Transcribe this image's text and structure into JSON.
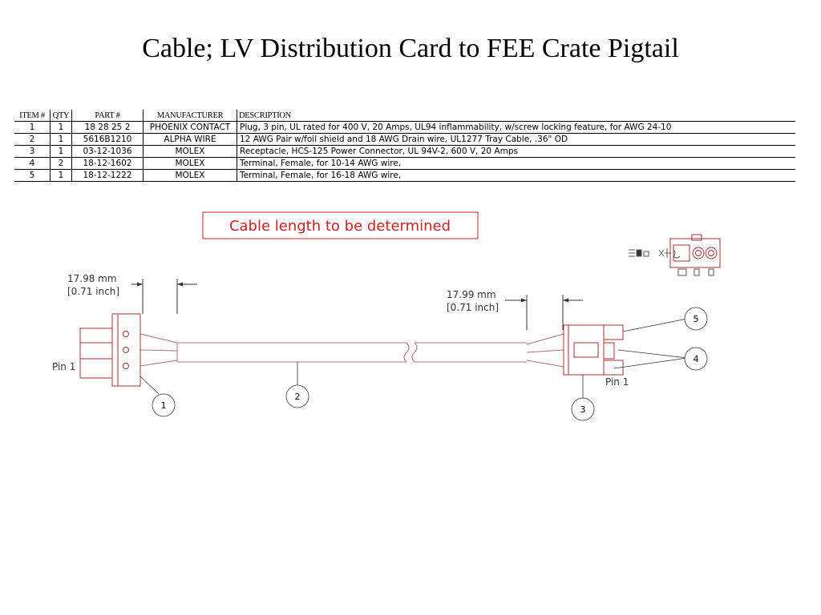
{
  "title": "Cable; LV Distribution Card to FEE Crate Pigtail",
  "bom": {
    "headers": {
      "item": "ITEM #",
      "qty": "QTY",
      "part": "PART #",
      "manufacturer": "MANUFACTURER",
      "description": "DESCRIPTION"
    },
    "rows": [
      {
        "item": "1",
        "qty": "1",
        "part": "18 28 25 2",
        "manufacturer": "PHOENIX CONTACT",
        "description": "Plug, 3 pin, UL rated for 400 V, 20 Amps, UL94 inflammability, w/screw locking feature, for AWG 24-10"
      },
      {
        "item": "2",
        "qty": "1",
        "part": "5616B1210",
        "manufacturer": "ALPHA WIRE",
        "description": "12 AWG Pair w/foil shield and 18 AWG Drain wire, UL1277 Tray Cable, .36\" OD"
      },
      {
        "item": "3",
        "qty": "1",
        "part": "03-12-1036",
        "manufacturer": "MOLEX",
        "description": "Receptacle, HCS-125 Power Connector, UL 94V-2, 600 V, 20 Amps"
      },
      {
        "item": "4",
        "qty": "2",
        "part": "18-12-1602",
        "manufacturer": "MOLEX",
        "description": "Terminal, Female, for 10-14 AWG wire,"
      },
      {
        "item": "5",
        "qty": "1",
        "part": "18-12-1222",
        "manufacturer": "MOLEX",
        "description": "Terminal, Female, for 16-18 AWG wire,"
      }
    ]
  },
  "note": "Cable length to be determined",
  "dimensions": {
    "left_mm": "17.98 mm",
    "left_inch": "[0.71 inch]",
    "right_mm": "17.99 mm",
    "right_inch": "[0.71 inch]"
  },
  "labels": {
    "pin1_left": "Pin 1",
    "pin1_right": "Pin 1"
  },
  "callouts": [
    "1",
    "2",
    "3",
    "4",
    "5"
  ],
  "colors": {
    "connector": "#a83232",
    "note_text": "#cc2222",
    "leader": "#333333",
    "cable": "#b07070"
  }
}
